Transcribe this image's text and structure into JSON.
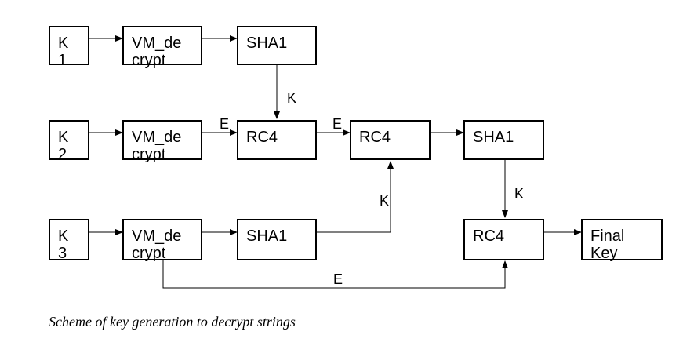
{
  "nodes": {
    "k1": "K 1",
    "k2": "K 2",
    "k3": "K 3",
    "vm1": "VM_decrypt",
    "vm2": "VM_decrypt",
    "vm3": "VM_decrypt",
    "sha1_top": "SHA1",
    "sha1_bottom": "SHA1",
    "sha1_mid": "SHA1",
    "rc4_a": "RC4",
    "rc4_b": "RC4",
    "rc4_c": "RC4",
    "final_key": "Final Key"
  },
  "edge_labels": {
    "k_top": "K",
    "e_rc4a": "E",
    "e_rc4b": "E",
    "k_rc4b": "K",
    "k_rc4c": "K",
    "e_bottom": "E"
  },
  "caption": "Scheme of key generation to decrypt strings"
}
